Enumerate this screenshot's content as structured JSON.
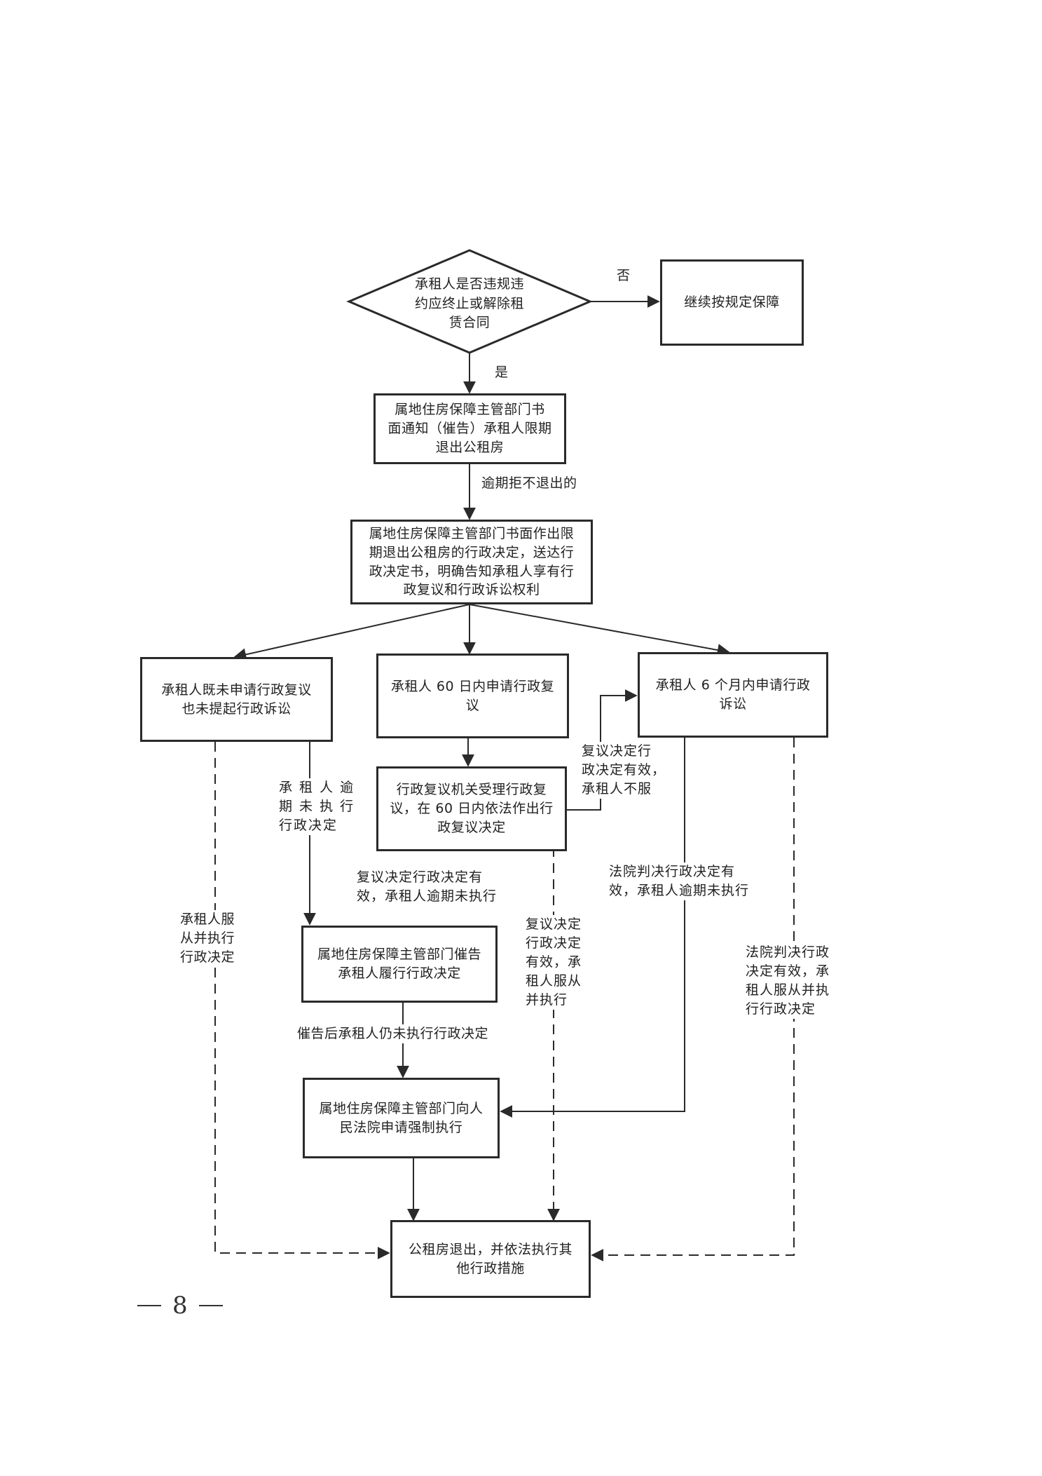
{
  "nodes": {
    "decision": "承租人是否违规违\n约应终止或解除租\n赁合同",
    "continue": "继续按规定保障",
    "notice": "属地住房保障主管部门书\n面通知（催告）承租人限期\n退出公租房",
    "admin_decision": "属地住房保障主管部门书面作出限\n期退出公租房的行政决定，送达行\n政决定书，明确告知承租人享有行\n政复议和行政诉讼权利",
    "no_appeal": "承租人既未申请行政复议\n也未提起行政诉讼",
    "review_60": "承租人 60 日内申请行政复\n议",
    "lawsuit_6m": "承租人 6 个月内申请行政\n诉讼",
    "review_accept": "行政复议机关受理行政复\n议，在 60 日内依法作出行\n政复议决定",
    "urge": "属地住房保障主管部门催告\n承租人履行行政决定",
    "court_enforce": "属地住房保障主管部门向人\n民法院申请强制执行",
    "final": "公租房退出，并依法执行其\n他行政措施"
  },
  "labels": {
    "no": "否",
    "yes": "是",
    "overdue_refuse": "逾期拒不退出的",
    "review_valid_unsatisfied": "复议决定行\n政决定有效，\n承租人不服",
    "overdue_not_executed": "承 租 人 逾\n期 未 执 行\n行政决定",
    "review_valid_overdue": "复议决定行政决定有\n效，承租人逾期未执行",
    "court_valid_overdue": "法院判决行政决定有\n效，承租人逾期未执行",
    "comply_execute": "承租人服\n从并执行\n行政决定",
    "review_valid_comply": "复议决定\n行政决定\n有效，承\n租人服从\n并执行",
    "court_valid_comply": "法院判决行政\n决定有效，承\n租人服从并执\n行行政决定",
    "still_not_executed": "催告后承租人仍未执行行政决定"
  },
  "page_number": "8"
}
